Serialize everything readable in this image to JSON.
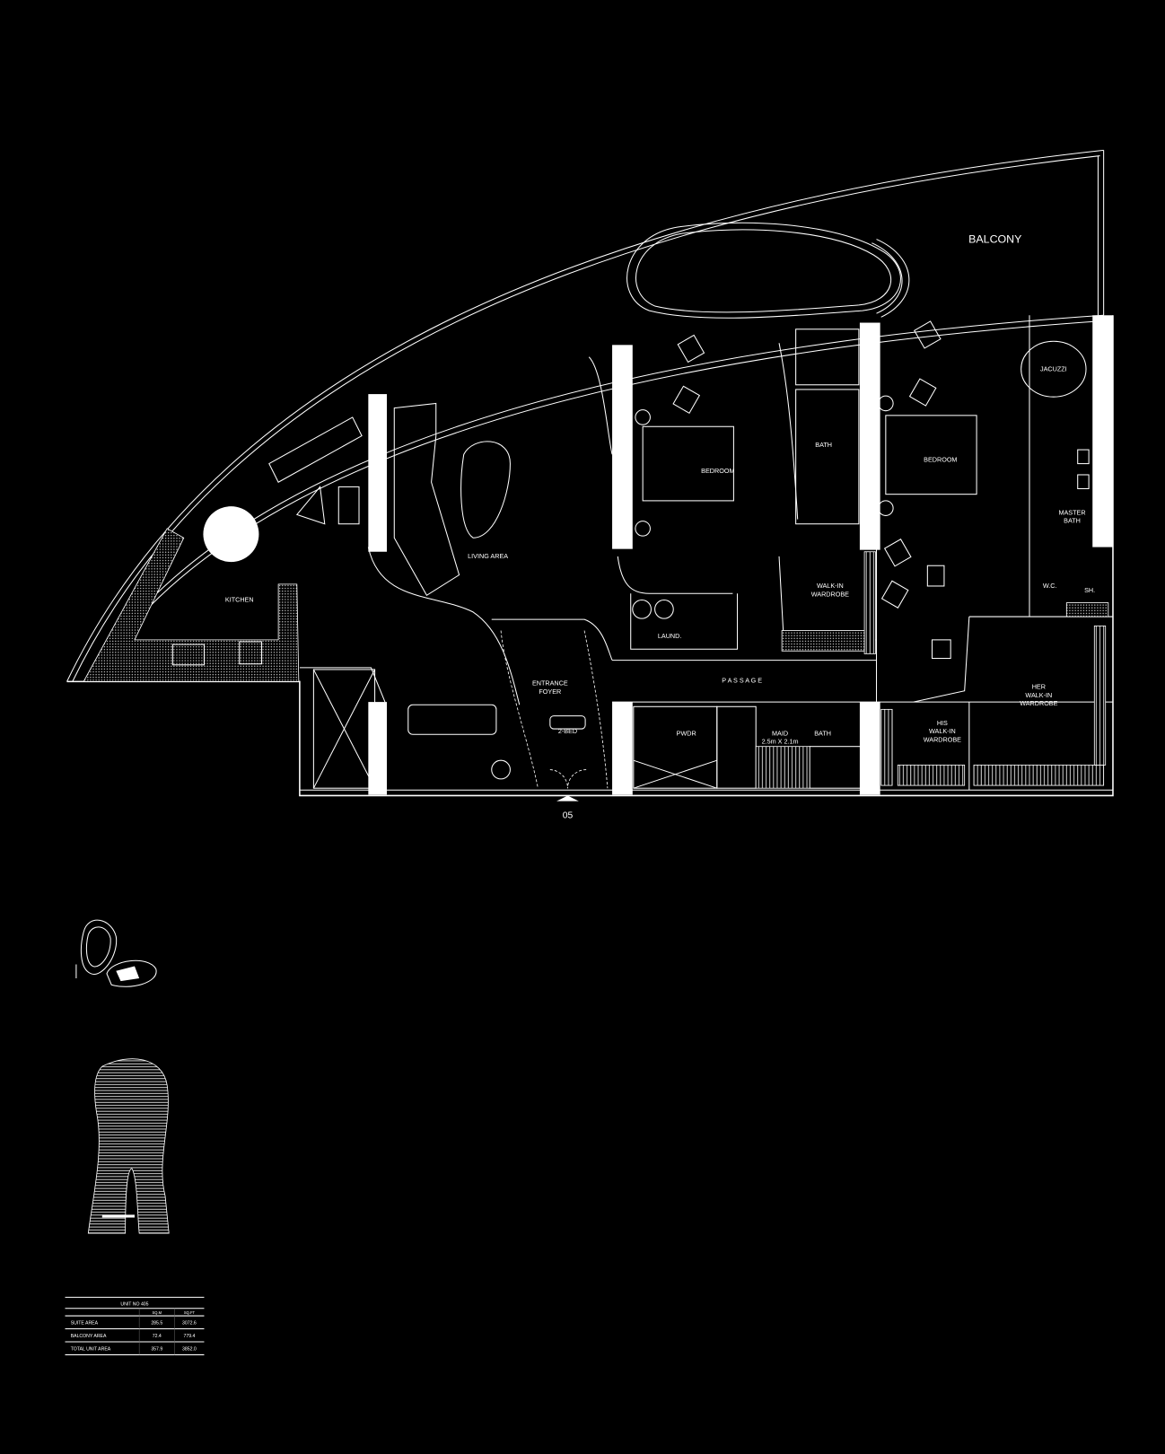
{
  "plan": {
    "rooms": {
      "balcony": "BALCONY",
      "kitchen": "KITCHEN",
      "living": "LIVING AREA",
      "bedroom1": "BEDROOM",
      "bath1": "BATH",
      "bedroom2": "BEDROOM",
      "master_bath": [
        "MASTER",
        "BATH"
      ],
      "jacuzzi": "JACUZZI",
      "wc": "W.C.",
      "shower": "SH.",
      "walkin": [
        "WALK-IN",
        "WARDROBE"
      ],
      "laundry": "LAUND.",
      "foyer": [
        "ENTRANCE",
        "FOYER"
      ],
      "passage": "P A S S A G E",
      "unit_type": "2-BED",
      "powder": "PWDR",
      "maid": [
        "MAID",
        "2.5m X 2.1m"
      ],
      "bath2": "BATH",
      "his_wardrobe": [
        "HIS",
        "WALK-IN",
        "WARDROBE"
      ],
      "her_wardrobe": [
        "HER",
        "WALK-IN",
        "WARDROBE"
      ]
    },
    "entrance_marker": "05"
  },
  "area_table": {
    "title": "UNIT NO 405",
    "columns": [
      "",
      "SQ.M",
      "SQ.FT"
    ],
    "rows": [
      [
        "SUITE AREA",
        "285.5",
        "3072.6"
      ],
      [
        "BALCONY AREA",
        "72.4",
        "779.4"
      ],
      [
        "TOTAL UNIT AREA",
        "357.9",
        "3852.0"
      ]
    ]
  }
}
